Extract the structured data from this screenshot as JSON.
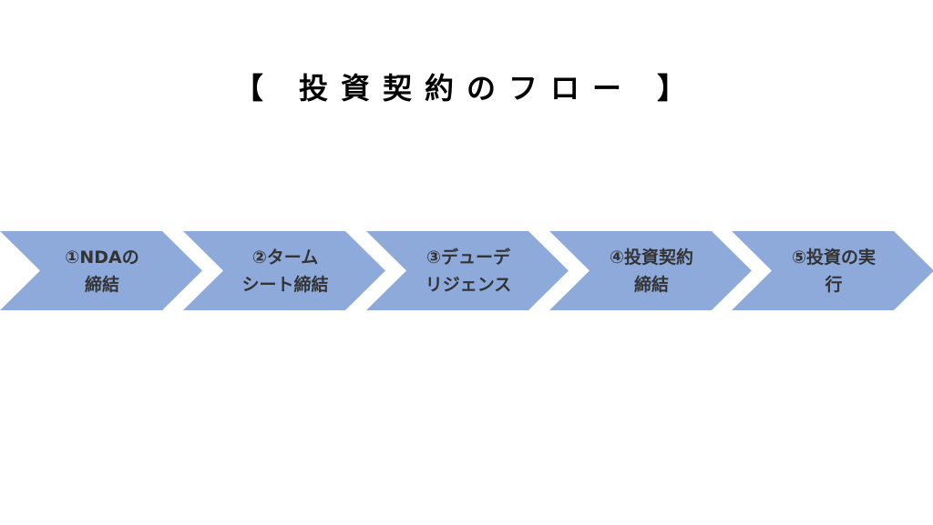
{
  "title": "【 投資契約のフロー 】",
  "fill_color": "#8eaadb",
  "steps": [
    {
      "label": "①NDAの\n締結"
    },
    {
      "label": "②ターム\nシート締結"
    },
    {
      "label": "③デューデ\nリジェンス"
    },
    {
      "label": "④投資契約\n締結"
    },
    {
      "label": "⑤投資の実\n行"
    }
  ]
}
